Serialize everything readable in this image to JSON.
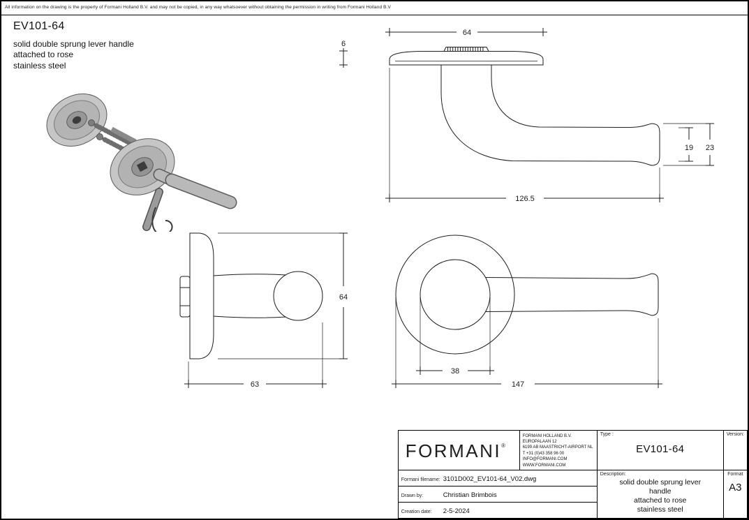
{
  "page": {
    "disclaimer": "All information on the drawing is the property of Formani Holland B.V. and may not be copied, in any way whatsoever without obtaining the permission in writing from Formani Holland B.V",
    "title": "EV101-64",
    "subtitle_lines": [
      "solid double sprung lever handle",
      "attached to rose",
      "stainless steel"
    ]
  },
  "views": {
    "exploded": {
      "name": "exploded assembly view of lever handle, roses, screws and spring"
    },
    "top": {
      "dims": {
        "rose_width": "64",
        "rose_thickness": "6",
        "grip_dia": "19",
        "grip_end_dia": "23",
        "length": "126.5"
      }
    },
    "side": {
      "dims": {
        "rose_height": "64",
        "projection": "63"
      }
    },
    "plan": {
      "dims": {
        "neck_dia": "38",
        "overall_length": "147"
      }
    }
  },
  "titleblock": {
    "logo": "FORMANI",
    "logo_reg": "®",
    "address_lines": [
      "FORMANI HOLLAND B.V.",
      "EUROPALAAN 12",
      "6199 AB MAASTRICHT-AIRPORT NL",
      "T +31 (0)43 358 96 00",
      "INFO@FORMANI.COM",
      "WWW.FORMANI.COM"
    ],
    "type_label": "Type :",
    "type_value": "EV101-64",
    "version_label": "Version:",
    "filename_label": "Formani filename:",
    "filename_value": "3101D002_EV101-64_V02.dwg",
    "drawn_by_label": "Drawn by:",
    "drawn_by_value": "Christian Brimbois",
    "creation_date_label": "Creation date:",
    "creation_date_value": "2-5-2024",
    "description_label": "Description:",
    "description_lines": [
      "solid double sprung lever handle",
      "attached to rose",
      "stainless steel"
    ],
    "format_label": "Format",
    "format_value": "A3"
  },
  "colors": {
    "line": "#1c1c1c",
    "render_light": "#c6c6c6",
    "render_mid": "#9a9a9a",
    "render_dark": "#5a5a5a"
  }
}
